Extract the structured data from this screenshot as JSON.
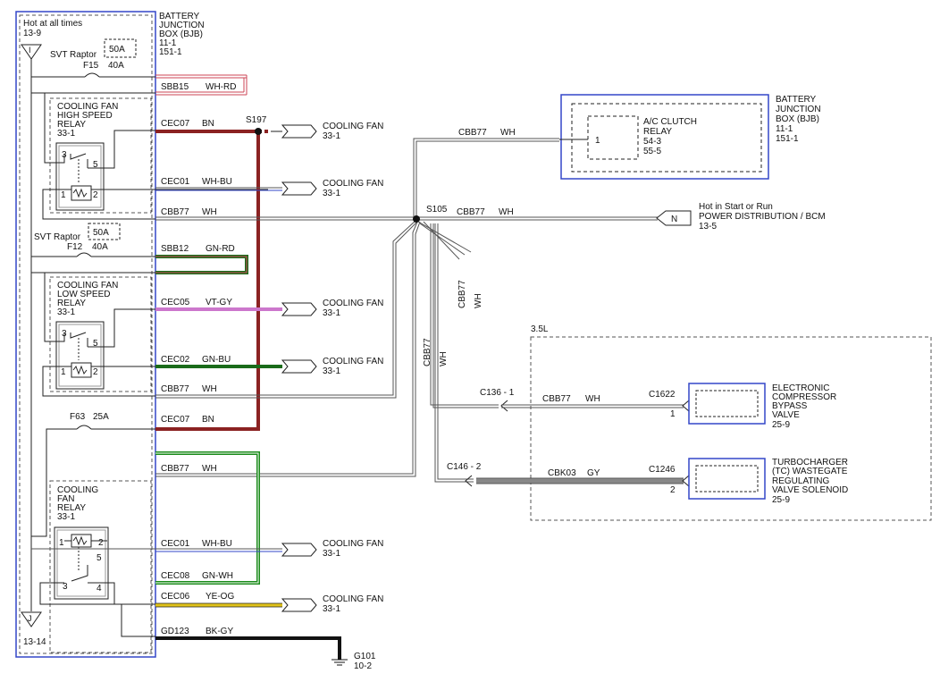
{
  "bjb_left": {
    "title": [
      "BATTERY",
      "JUNCTION",
      "BOX (BJB)",
      "11-1",
      "151-1"
    ],
    "hot": "Hot at all times",
    "hot_ref": "13-9",
    "conn_top": "I",
    "conn_bottom": "J",
    "bottom_ref": "13-14"
  },
  "fuses": {
    "f15": {
      "note": "SVT Raptor",
      "alt": "50A",
      "label": "F15",
      "rating": "40A"
    },
    "f12": {
      "note": "SVT Raptor",
      "alt": "50A",
      "label": "F12",
      "rating": "40A"
    },
    "f63": {
      "label": "F63",
      "rating": "25A"
    }
  },
  "relays": {
    "high": {
      "name": [
        "COOLING FAN",
        "HIGH SPEED",
        "RELAY"
      ],
      "ref": "33-1",
      "pins": [
        "3",
        "5",
        "1",
        "2"
      ]
    },
    "low": {
      "name": [
        "COOLING FAN",
        "LOW SPEED",
        "RELAY"
      ],
      "ref": "33-1",
      "pins": [
        "3",
        "5",
        "1",
        "2"
      ]
    },
    "fan": {
      "name": [
        "COOLING",
        "FAN",
        "RELAY"
      ],
      "ref": "33-1",
      "pins": [
        "1",
        "2",
        "5",
        "3",
        "4"
      ]
    }
  },
  "wires": {
    "sbb15": {
      "circuit": "SBB15",
      "color": "WH-RD"
    },
    "cec07a": {
      "circuit": "CEC07",
      "color": "BN"
    },
    "cec01a": {
      "circuit": "CEC01",
      "color": "WH-BU"
    },
    "cbb77a": {
      "circuit": "CBB77",
      "color": "WH"
    },
    "sbb12": {
      "circuit": "SBB12",
      "color": "GN-RD"
    },
    "cec05": {
      "circuit": "CEC05",
      "color": "VT-GY"
    },
    "cec02": {
      "circuit": "CEC02",
      "color": "GN-BU"
    },
    "cbb77b": {
      "circuit": "CBB77",
      "color": "WH"
    },
    "cec07b": {
      "circuit": "CEC07",
      "color": "BN"
    },
    "cbb77c": {
      "circuit": "CBB77",
      "color": "WH"
    },
    "cec01b": {
      "circuit": "CEC01",
      "color": "WH-BU"
    },
    "cec08": {
      "circuit": "CEC08",
      "color": "GN-WH"
    },
    "cec06": {
      "circuit": "CEC06",
      "color": "YE-OG"
    },
    "gd123": {
      "circuit": "GD123",
      "color": "BK-GY"
    },
    "cbb77_ac": {
      "circuit": "CBB77",
      "color": "WH"
    },
    "cbb77_bcm": {
      "circuit": "CBB77",
      "color": "WH"
    },
    "cbb77_v1": {
      "circuit": "CBB77",
      "color": "WH"
    },
    "cbb77_v2": {
      "circuit": "CBB77",
      "color": "WH"
    },
    "cbb77_ecb": {
      "circuit": "CBB77",
      "color": "WH"
    },
    "cbk03": {
      "circuit": "CBK03",
      "color": "GY"
    }
  },
  "splices": {
    "s197": "S197",
    "s105": "S105"
  },
  "fans": {
    "f1": {
      "name": "COOLING FAN",
      "ref": "33-1"
    },
    "f2": {
      "name": "COOLING FAN",
      "ref": "33-1"
    },
    "f3": {
      "name": "COOLING FAN",
      "ref": "33-1"
    },
    "f4": {
      "name": "COOLING FAN",
      "ref": "33-1"
    },
    "f5": {
      "name": "COOLING FAN",
      "ref": "33-1"
    },
    "f6": {
      "name": "COOLING FAN",
      "ref": "33-1"
    }
  },
  "bjb_right": {
    "title": [
      "BATTERY",
      "JUNCTION",
      "BOX (BJB)",
      "11-1",
      "151-1"
    ],
    "relay": [
      "A/C CLUTCH",
      "RELAY",
      "54-3",
      "55-5"
    ],
    "pin": "1"
  },
  "bcm": {
    "note": "Hot in Start or Run",
    "name": "POWER DISTRIBUTION / BCM",
    "ref": "13-5",
    "conn": "N"
  },
  "engine": {
    "label": "3.5L",
    "c136": "C136 - 1",
    "c146": "C146 - 2",
    "ecb": {
      "conn": "C1622",
      "pin": "1",
      "name": [
        "ELECTRONIC",
        "COMPRESSOR",
        "BYPASS",
        "VALVE",
        "25-9"
      ]
    },
    "tc": {
      "conn": "C1246",
      "pin": "2",
      "name": [
        "TURBOCHARGER",
        "(TC) WASTEGATE",
        "REGULATING",
        "VALVE SOLENOID",
        "25-9"
      ]
    }
  },
  "ground": {
    "name": "G101",
    "ref": "10-2"
  }
}
